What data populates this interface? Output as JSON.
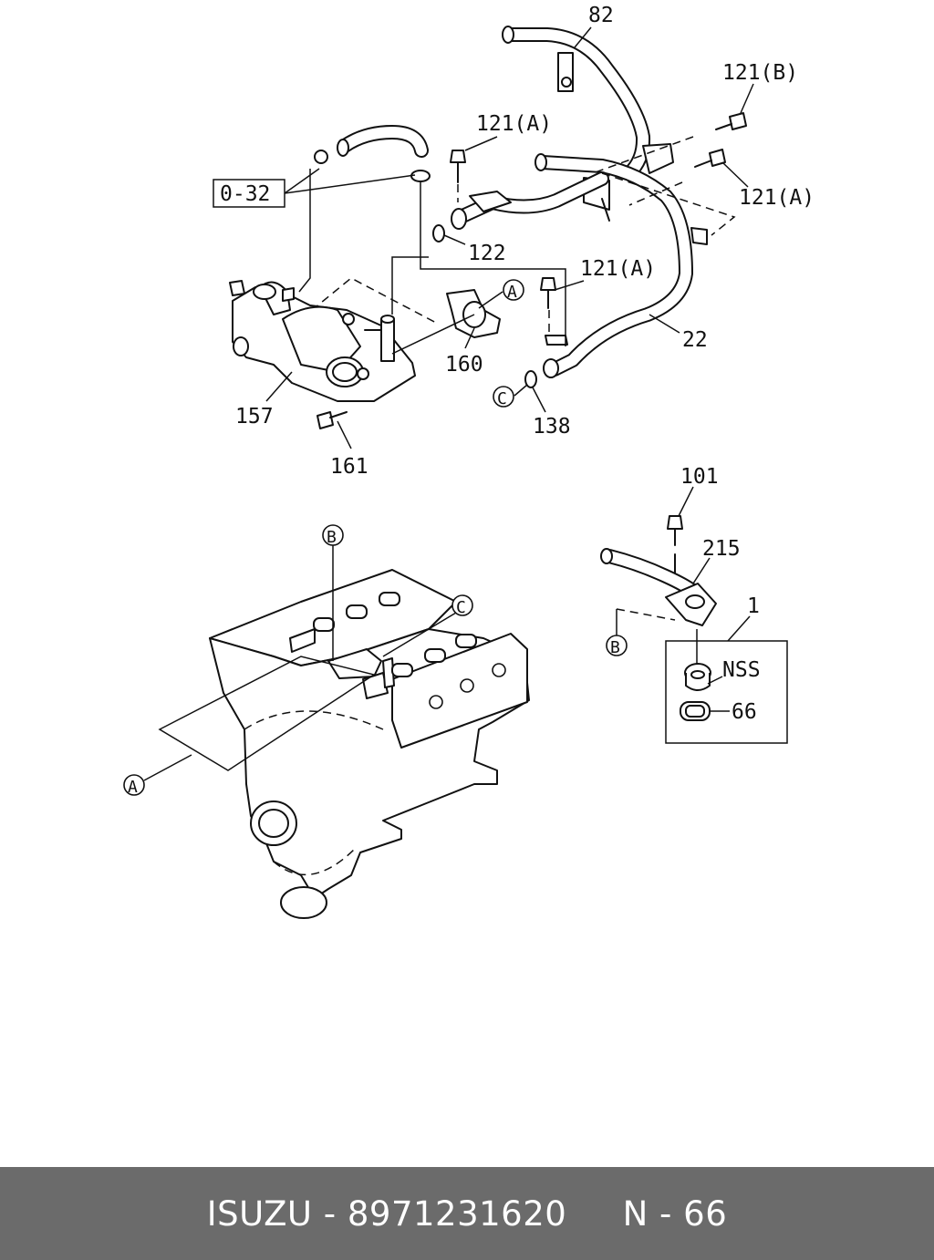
{
  "labels": {
    "p82": "82",
    "p121b": "121(B)",
    "p121a_1": "121(A)",
    "p121a_2": "121(A)",
    "p121a_3": "121(A)",
    "p032": "0-32",
    "p122": "122",
    "p22": "22",
    "p160": "160",
    "p138": "138",
    "p157": "157",
    "p161": "161",
    "p101": "101",
    "p215": "215",
    "p1": "1",
    "nss": "NSS",
    "p66": "66",
    "refA": "A",
    "refB": "B",
    "refC": "C"
  },
  "footer": {
    "brand": "ISUZU",
    "separator": "-",
    "part_number": "8971231620",
    "page_ref": "N - 66"
  },
  "colors": {
    "footer_bg": "#6b6b6b",
    "footer_text": "#ffffff",
    "line": "#111111"
  }
}
